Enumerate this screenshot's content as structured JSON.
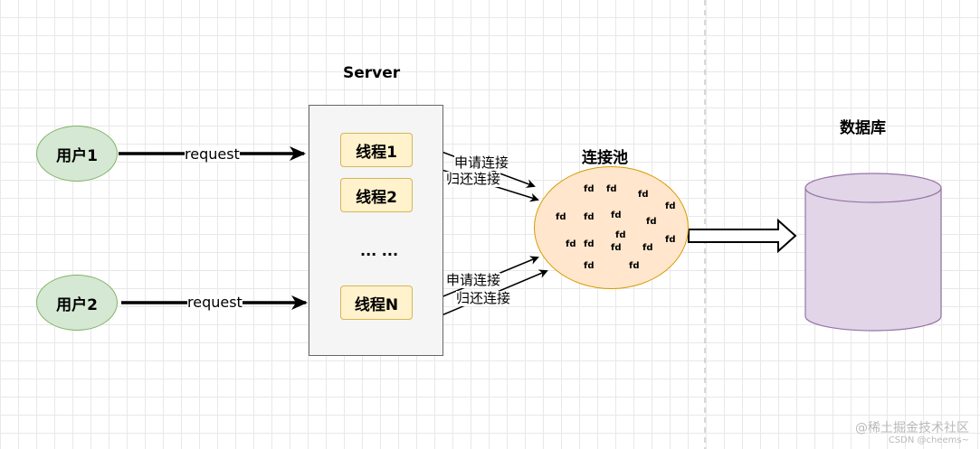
{
  "users": [
    {
      "label": "用户1"
    },
    {
      "label": "用户2"
    }
  ],
  "request_label": "request",
  "server": {
    "title": "Server",
    "threads": [
      "线程1",
      "线程2",
      "线程N"
    ],
    "ellipsis": "... ..."
  },
  "links": {
    "apply": "申请连接",
    "return": "归还连接"
  },
  "pool": {
    "title": "连接池",
    "item": "fd"
  },
  "database": {
    "title": "数据库"
  },
  "watermark": {
    "main": "@稀土掘金技术社区",
    "sub": "CSDN @cheems~"
  },
  "colors": {
    "user_fill": "#d5e8d4",
    "thread_fill": "#fff2cc",
    "pool_fill": "#ffe6cc",
    "db_fill": "#e1d5e7",
    "db_stroke": "#9673a6"
  }
}
